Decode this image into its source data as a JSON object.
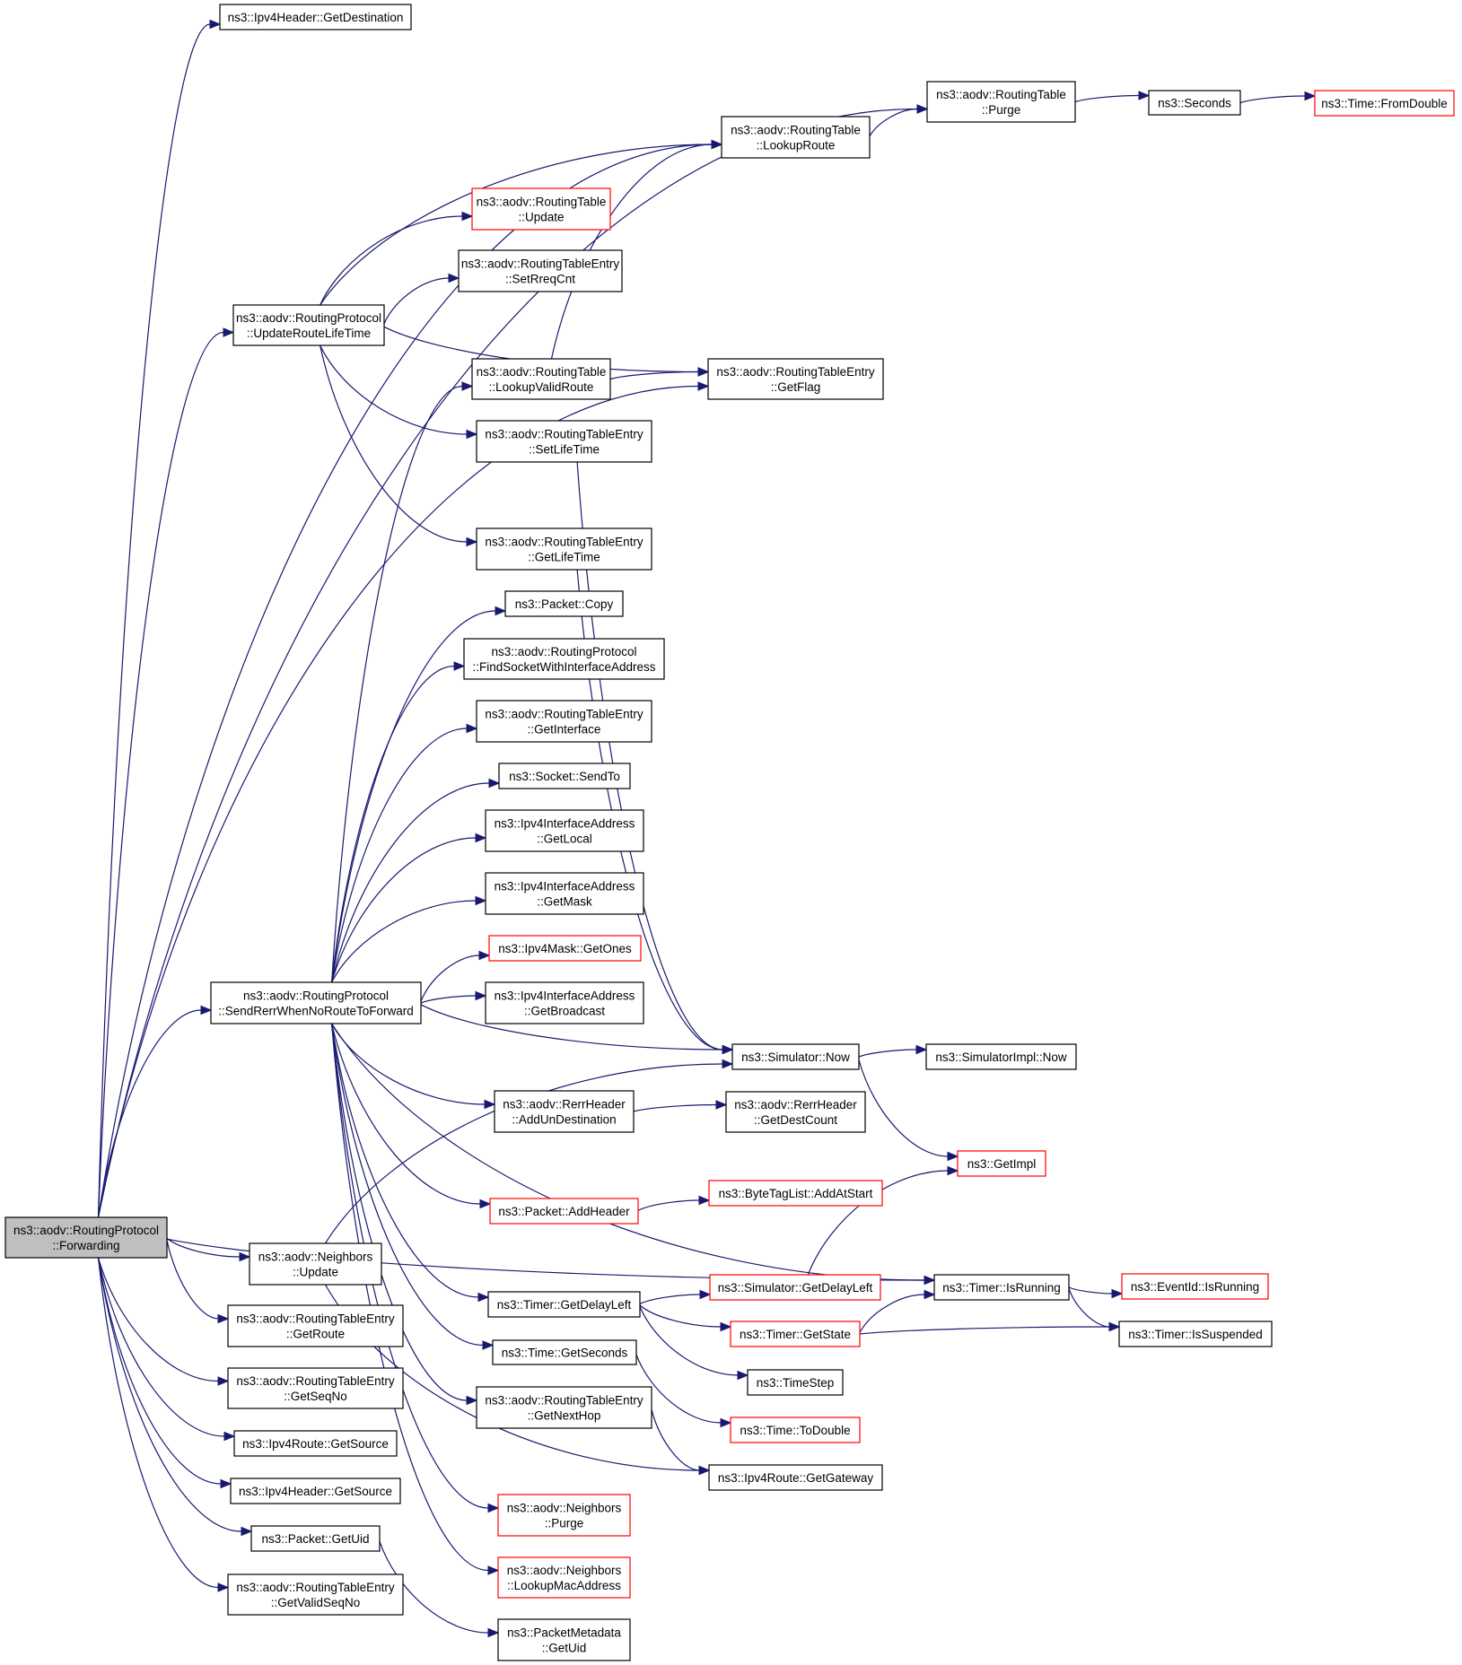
{
  "title": "Call graph of ns3::aodv::RoutingProtocol::Forwarding",
  "colors": {
    "edge": "#191970",
    "documented_border": "#000000",
    "undocumented_border": "#ff0000",
    "root_fill": "#bfbfbf"
  },
  "nodes": [
    {
      "id": "forwarding",
      "lines": [
        "ns3::aodv::RoutingProtocol",
        "::Forwarding"
      ],
      "style": "root"
    },
    {
      "id": "get_destination",
      "lines": [
        "ns3::Ipv4Header::GetDestination"
      ],
      "style": "normal"
    },
    {
      "id": "rt_purge",
      "lines": [
        "ns3::aodv::RoutingTable",
        "::Purge"
      ],
      "style": "normal"
    },
    {
      "id": "seconds",
      "lines": [
        "ns3::Seconds"
      ],
      "style": "normal"
    },
    {
      "id": "from_double",
      "lines": [
        "ns3::Time::FromDouble"
      ],
      "style": "red"
    },
    {
      "id": "lookup_route",
      "lines": [
        "ns3::aodv::RoutingTable",
        "::LookupRoute"
      ],
      "style": "normal"
    },
    {
      "id": "rt_update",
      "lines": [
        "ns3::aodv::RoutingTable",
        "::Update"
      ],
      "style": "red"
    },
    {
      "id": "set_rreq_cnt",
      "lines": [
        "ns3::aodv::RoutingTableEntry",
        "::SetRreqCnt"
      ],
      "style": "normal"
    },
    {
      "id": "update_route_lifetime",
      "lines": [
        "ns3::aodv::RoutingProtocol",
        "::UpdateRouteLifeTime"
      ],
      "style": "normal"
    },
    {
      "id": "lookup_valid_route",
      "lines": [
        "ns3::aodv::RoutingTable",
        "::LookupValidRoute"
      ],
      "style": "normal"
    },
    {
      "id": "get_flag",
      "lines": [
        "ns3::aodv::RoutingTableEntry",
        "::GetFlag"
      ],
      "style": "normal"
    },
    {
      "id": "set_lifetime",
      "lines": [
        "ns3::aodv::RoutingTableEntry",
        "::SetLifeTime"
      ],
      "style": "normal"
    },
    {
      "id": "get_lifetime",
      "lines": [
        "ns3::aodv::RoutingTableEntry",
        "::GetLifeTime"
      ],
      "style": "normal"
    },
    {
      "id": "packet_copy",
      "lines": [
        "ns3::Packet::Copy"
      ],
      "style": "normal"
    },
    {
      "id": "find_socket",
      "lines": [
        "ns3::aodv::RoutingProtocol",
        "::FindSocketWithInterfaceAddress"
      ],
      "style": "normal"
    },
    {
      "id": "get_interface",
      "lines": [
        "ns3::aodv::RoutingTableEntry",
        "::GetInterface"
      ],
      "style": "normal"
    },
    {
      "id": "socket_send_to",
      "lines": [
        "ns3::Socket::SendTo"
      ],
      "style": "normal"
    },
    {
      "id": "get_local",
      "lines": [
        "ns3::Ipv4InterfaceAddress",
        "::GetLocal"
      ],
      "style": "normal"
    },
    {
      "id": "get_mask",
      "lines": [
        "ns3::Ipv4InterfaceAddress",
        "::GetMask"
      ],
      "style": "normal"
    },
    {
      "id": "get_ones",
      "lines": [
        "ns3::Ipv4Mask::GetOnes"
      ],
      "style": "red"
    },
    {
      "id": "send_rerr",
      "lines": [
        "ns3::aodv::RoutingProtocol",
        "::SendRerrWhenNoRouteToForward"
      ],
      "style": "normal"
    },
    {
      "id": "get_broadcast",
      "lines": [
        "ns3::Ipv4InterfaceAddress",
        "::GetBroadcast"
      ],
      "style": "normal"
    },
    {
      "id": "simulator_now",
      "lines": [
        "ns3::Simulator::Now"
      ],
      "style": "normal"
    },
    {
      "id": "simulator_impl_now",
      "lines": [
        "ns3::SimulatorImpl::Now"
      ],
      "style": "normal"
    },
    {
      "id": "add_un_destination",
      "lines": [
        "ns3::aodv::RerrHeader",
        "::AddUnDestination"
      ],
      "style": "normal"
    },
    {
      "id": "get_dest_count",
      "lines": [
        "ns3::aodv::RerrHeader",
        "::GetDestCount"
      ],
      "style": "normal"
    },
    {
      "id": "get_impl",
      "lines": [
        "ns3::GetImpl"
      ],
      "style": "red"
    },
    {
      "id": "add_header",
      "lines": [
        "ns3::Packet::AddHeader"
      ],
      "style": "red"
    },
    {
      "id": "add_at_start",
      "lines": [
        "ns3::ByteTagList::AddAtStart"
      ],
      "style": "red"
    },
    {
      "id": "neighbors_update",
      "lines": [
        "ns3::aodv::Neighbors",
        "::Update"
      ],
      "style": "normal"
    },
    {
      "id": "timer_get_delay_left",
      "lines": [
        "ns3::Timer::GetDelayLeft"
      ],
      "style": "normal"
    },
    {
      "id": "sim_get_delay_left",
      "lines": [
        "ns3::Simulator::GetDelayLeft"
      ],
      "style": "red"
    },
    {
      "id": "timer_is_running",
      "lines": [
        "ns3::Timer::IsRunning"
      ],
      "style": "normal"
    },
    {
      "id": "event_is_running",
      "lines": [
        "ns3::EventId::IsRunning"
      ],
      "style": "red"
    },
    {
      "id": "get_route",
      "lines": [
        "ns3::aodv::RoutingTableEntry",
        "::GetRoute"
      ],
      "style": "normal"
    },
    {
      "id": "timer_get_state",
      "lines": [
        "ns3::Timer::GetState"
      ],
      "style": "red"
    },
    {
      "id": "timer_is_suspended",
      "lines": [
        "ns3::Timer::IsSuspended"
      ],
      "style": "normal"
    },
    {
      "id": "time_get_seconds",
      "lines": [
        "ns3::Time::GetSeconds"
      ],
      "style": "normal"
    },
    {
      "id": "time_step",
      "lines": [
        "ns3::TimeStep"
      ],
      "style": "normal"
    },
    {
      "id": "get_seq_no",
      "lines": [
        "ns3::aodv::RoutingTableEntry",
        "::GetSeqNo"
      ],
      "style": "normal"
    },
    {
      "id": "get_next_hop",
      "lines": [
        "ns3::aodv::RoutingTableEntry",
        "::GetNextHop"
      ],
      "style": "normal"
    },
    {
      "id": "time_to_double",
      "lines": [
        "ns3::Time::ToDouble"
      ],
      "style": "red"
    },
    {
      "id": "route_get_source",
      "lines": [
        "ns3::Ipv4Route::GetSource"
      ],
      "style": "normal"
    },
    {
      "id": "route_get_gateway",
      "lines": [
        "ns3::Ipv4Route::GetGateway"
      ],
      "style": "normal"
    },
    {
      "id": "header_get_source",
      "lines": [
        "ns3::Ipv4Header::GetSource"
      ],
      "style": "normal"
    },
    {
      "id": "neighbors_purge",
      "lines": [
        "ns3::aodv::Neighbors",
        "::Purge"
      ],
      "style": "red"
    },
    {
      "id": "packet_get_uid",
      "lines": [
        "ns3::Packet::GetUid"
      ],
      "style": "normal"
    },
    {
      "id": "lookup_mac_address",
      "lines": [
        "ns3::aodv::Neighbors",
        "::LookupMacAddress"
      ],
      "style": "red"
    },
    {
      "id": "get_valid_seq_no",
      "lines": [
        "ns3::aodv::RoutingTableEntry",
        "::GetValidSeqNo"
      ],
      "style": "normal"
    },
    {
      "id": "packet_metadata_get_uid",
      "lines": [
        "ns3::PacketMetadata",
        "::GetUid"
      ],
      "style": "normal"
    }
  ],
  "edges": [
    [
      "forwarding",
      "get_destination"
    ],
    [
      "forwarding",
      "rt_purge"
    ],
    [
      "forwarding",
      "lookup_route"
    ],
    [
      "forwarding",
      "update_route_lifetime"
    ],
    [
      "forwarding",
      "get_flag"
    ],
    [
      "forwarding",
      "send_rerr"
    ],
    [
      "forwarding",
      "neighbors_update"
    ],
    [
      "forwarding",
      "timer_is_running"
    ],
    [
      "forwarding",
      "get_route"
    ],
    [
      "forwarding",
      "get_seq_no"
    ],
    [
      "forwarding",
      "route_get_source"
    ],
    [
      "forwarding",
      "header_get_source"
    ],
    [
      "forwarding",
      "packet_get_uid"
    ],
    [
      "forwarding",
      "get_valid_seq_no"
    ],
    [
      "lookup_route",
      "rt_purge"
    ],
    [
      "rt_purge",
      "seconds"
    ],
    [
      "seconds",
      "from_double"
    ],
    [
      "update_route_lifetime",
      "lookup_route"
    ],
    [
      "update_route_lifetime",
      "rt_update"
    ],
    [
      "update_route_lifetime",
      "set_rreq_cnt"
    ],
    [
      "update_route_lifetime",
      "get_flag"
    ],
    [
      "update_route_lifetime",
      "set_lifetime"
    ],
    [
      "update_route_lifetime",
      "get_lifetime"
    ],
    [
      "lookup_valid_route",
      "lookup_route"
    ],
    [
      "lookup_valid_route",
      "get_flag"
    ],
    [
      "set_lifetime",
      "simulator_now"
    ],
    [
      "get_lifetime",
      "simulator_now"
    ],
    [
      "send_rerr",
      "lookup_valid_route"
    ],
    [
      "send_rerr",
      "packet_copy"
    ],
    [
      "send_rerr",
      "find_socket"
    ],
    [
      "send_rerr",
      "get_interface"
    ],
    [
      "send_rerr",
      "socket_send_to"
    ],
    [
      "send_rerr",
      "get_local"
    ],
    [
      "send_rerr",
      "get_mask"
    ],
    [
      "send_rerr",
      "get_ones"
    ],
    [
      "send_rerr",
      "get_broadcast"
    ],
    [
      "send_rerr",
      "simulator_now"
    ],
    [
      "send_rerr",
      "add_un_destination"
    ],
    [
      "send_rerr",
      "add_header"
    ],
    [
      "send_rerr",
      "timer_is_running"
    ],
    [
      "send_rerr",
      "timer_get_delay_left"
    ],
    [
      "send_rerr",
      "time_get_seconds"
    ],
    [
      "send_rerr",
      "get_next_hop"
    ],
    [
      "send_rerr",
      "neighbors_purge"
    ],
    [
      "send_rerr",
      "lookup_mac_address"
    ],
    [
      "simulator_now",
      "simulator_impl_now"
    ],
    [
      "simulator_now",
      "get_impl"
    ],
    [
      "add_un_destination",
      "get_dest_count"
    ],
    [
      "add_header",
      "add_at_start"
    ],
    [
      "neighbors_update",
      "simulator_now"
    ],
    [
      "neighbors_update",
      "route_get_gateway"
    ],
    [
      "timer_get_delay_left",
      "sim_get_delay_left"
    ],
    [
      "timer_get_delay_left",
      "timer_get_state"
    ],
    [
      "timer_get_delay_left",
      "time_step"
    ],
    [
      "sim_get_delay_left",
      "get_impl"
    ],
    [
      "timer_get_state",
      "timer_is_running"
    ],
    [
      "timer_get_state",
      "timer_is_suspended"
    ],
    [
      "timer_is_running",
      "event_is_running"
    ],
    [
      "timer_is_running",
      "timer_is_suspended"
    ],
    [
      "time_get_seconds",
      "time_to_double"
    ],
    [
      "get_next_hop",
      "route_get_gateway"
    ],
    [
      "packet_get_uid",
      "packet_metadata_get_uid"
    ]
  ]
}
